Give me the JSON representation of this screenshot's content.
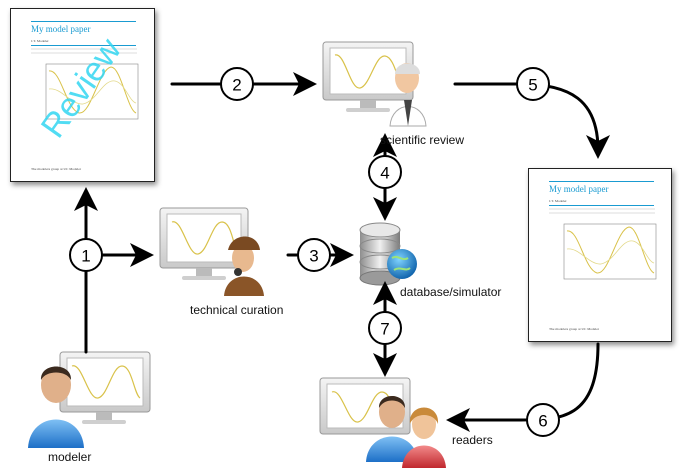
{
  "papers": {
    "title": "My model paper",
    "author_line": "J.T. Modeler",
    "footer_left": "The modelers group at UC Modeler",
    "watermark": "Review"
  },
  "labels": {
    "scientific_review": "scientific review",
    "technical_curation": "technical curation",
    "database": "database/simulator",
    "modeler": "modeler",
    "readers": "readers"
  },
  "steps": [
    "1",
    "2",
    "3",
    "4",
    "5",
    "6",
    "7"
  ],
  "icons": {
    "reviewer": "monitor-with-scientist-icon",
    "curator": "monitor-with-detective-icon",
    "database": "database-globe-icon",
    "modeler": "monitor-with-modeler-icon",
    "readers": "monitor-with-readers-icon"
  },
  "colors": {
    "paper_title": "#1a9bd1",
    "watermark": "#33d6f2",
    "arrows": "#000000",
    "plot_curve": "#d9c24a"
  }
}
